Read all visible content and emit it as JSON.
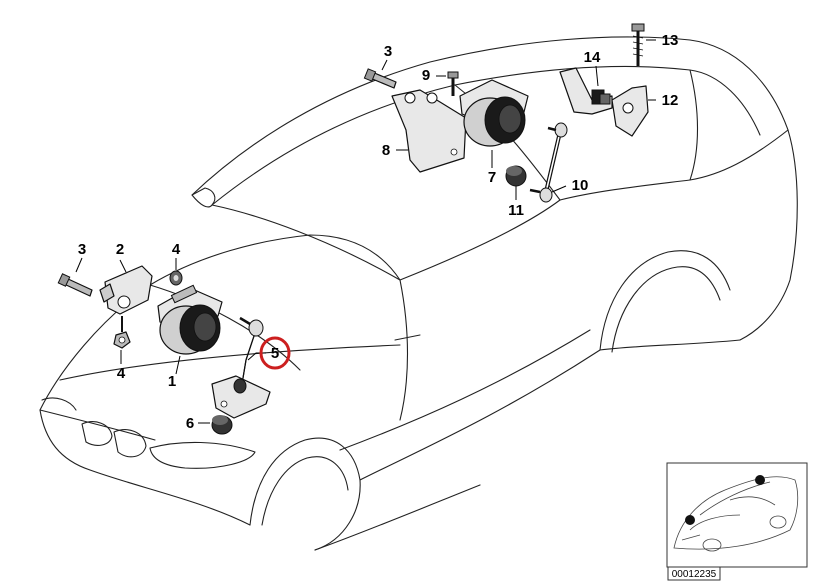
{
  "callouts": [
    {
      "id": "c1",
      "label": "1"
    },
    {
      "id": "c2",
      "label": "2"
    },
    {
      "id": "c3a",
      "label": "3"
    },
    {
      "id": "c3b",
      "label": "3"
    },
    {
      "id": "c4a",
      "label": "4"
    },
    {
      "id": "c4b",
      "label": "4"
    },
    {
      "id": "c5",
      "label": "5",
      "highlighted": true
    },
    {
      "id": "c6",
      "label": "6"
    },
    {
      "id": "c7",
      "label": "7"
    },
    {
      "id": "c8",
      "label": "8"
    },
    {
      "id": "c9",
      "label": "9"
    },
    {
      "id": "c10",
      "label": "10"
    },
    {
      "id": "c11",
      "label": "11"
    },
    {
      "id": "c12",
      "label": "12"
    },
    {
      "id": "c13",
      "label": "13"
    },
    {
      "id": "c14",
      "label": "14"
    }
  ],
  "thumbnail": {
    "code": "00012235"
  },
  "colors": {
    "highlight_ring": "#cc1f1f",
    "line": "#222222",
    "part_fill": "#e8e8e8",
    "part_dark": "#1a1a1a"
  }
}
